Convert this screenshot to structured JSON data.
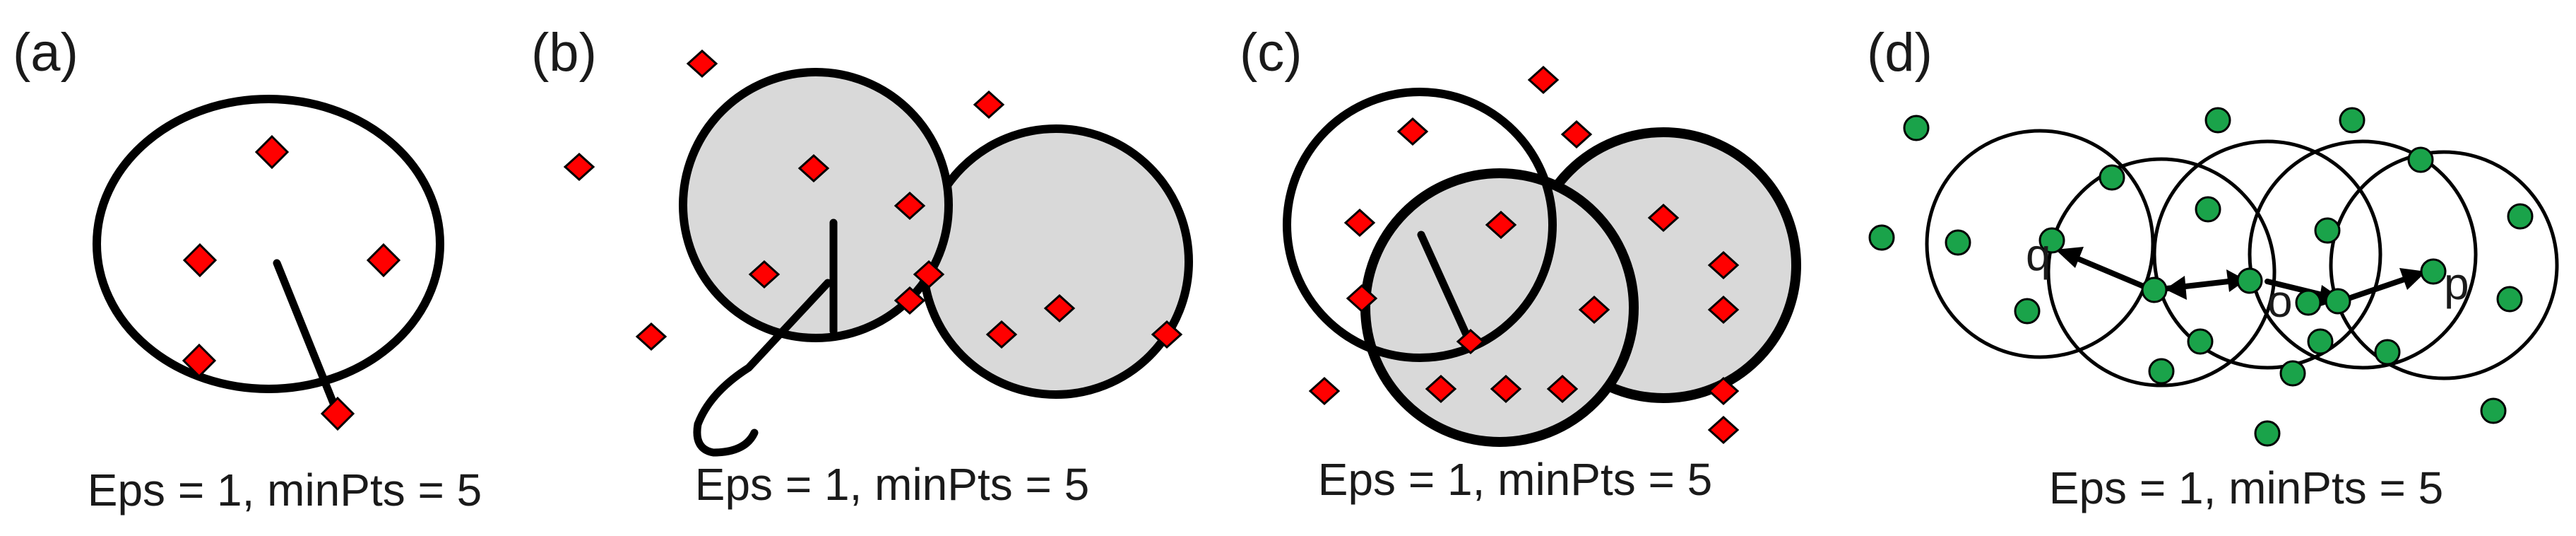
{
  "panels": [
    {
      "label": "(a)",
      "caption": "Eps = 1, minPts = 5"
    },
    {
      "label": "(b)",
      "caption": "Eps = 1, minPts = 5"
    },
    {
      "label": "(c)",
      "caption": "Eps = 1, minPts = 5"
    },
    {
      "label": "(d)",
      "caption": "Eps = 1, minPts = 5"
    }
  ],
  "point_labels": {
    "q": "q",
    "o": "o",
    "p": "p"
  },
  "colors": {
    "diamond": "#ff0000",
    "dot": "#1aa34a",
    "shaded_circle": "#d9d9d9",
    "outline": "#000000"
  }
}
